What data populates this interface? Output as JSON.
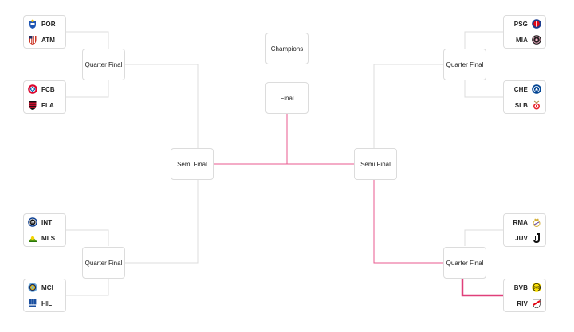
{
  "rounds": {
    "quarter_final": "Quarter Final",
    "semi_final": "Semi Final",
    "final": "Final",
    "champions": "Champions"
  },
  "teams": {
    "POR": {
      "code": "POR",
      "logo": "porto-crest-icon",
      "color": "#1f56b3"
    },
    "ATM": {
      "code": "ATM",
      "logo": "atletico-crest-icon",
      "color": "#cb3524"
    },
    "FCB": {
      "code": "FCB",
      "logo": "bayern-crest-icon",
      "color": "#dc052d"
    },
    "FLA": {
      "code": "FLA",
      "logo": "flamengo-crest-icon",
      "color": "#c8102e"
    },
    "INT": {
      "code": "INT",
      "logo": "inter-crest-icon",
      "color": "#0a3d91"
    },
    "MLS": {
      "code": "MLS",
      "logo": "sundowns-crest-icon",
      "color": "#7ab317"
    },
    "MCI": {
      "code": "MCI",
      "logo": "city-crest-icon",
      "color": "#6cabdd"
    },
    "HIL": {
      "code": "HIL",
      "logo": "alhilal-crest-icon",
      "color": "#1b4fa0"
    },
    "PSG": {
      "code": "PSG",
      "logo": "psg-crest-icon",
      "color": "#1d3d8f"
    },
    "MIA": {
      "code": "MIA",
      "logo": "intermiami-crest-icon",
      "color": "#231f20"
    },
    "CHE": {
      "code": "CHE",
      "logo": "chelsea-crest-icon",
      "color": "#034694"
    },
    "SLB": {
      "code": "SLB",
      "logo": "benfica-crest-icon",
      "color": "#e8232b"
    },
    "RMA": {
      "code": "RMA",
      "logo": "realmadrid-crest-icon",
      "color": "#d4af37"
    },
    "JUV": {
      "code": "JUV",
      "logo": "juventus-crest-icon",
      "color": "#111111"
    },
    "BVB": {
      "code": "BVB",
      "logo": "dortmund-crest-icon",
      "color": "#fde100"
    },
    "RIV": {
      "code": "RIV",
      "logo": "riverplate-crest-icon",
      "color": "#e30613"
    }
  },
  "colors": {
    "line": "#dcdcdc",
    "highlight": "#e85a8f",
    "highlight_strong": "#e0407a",
    "text": "#222222"
  }
}
